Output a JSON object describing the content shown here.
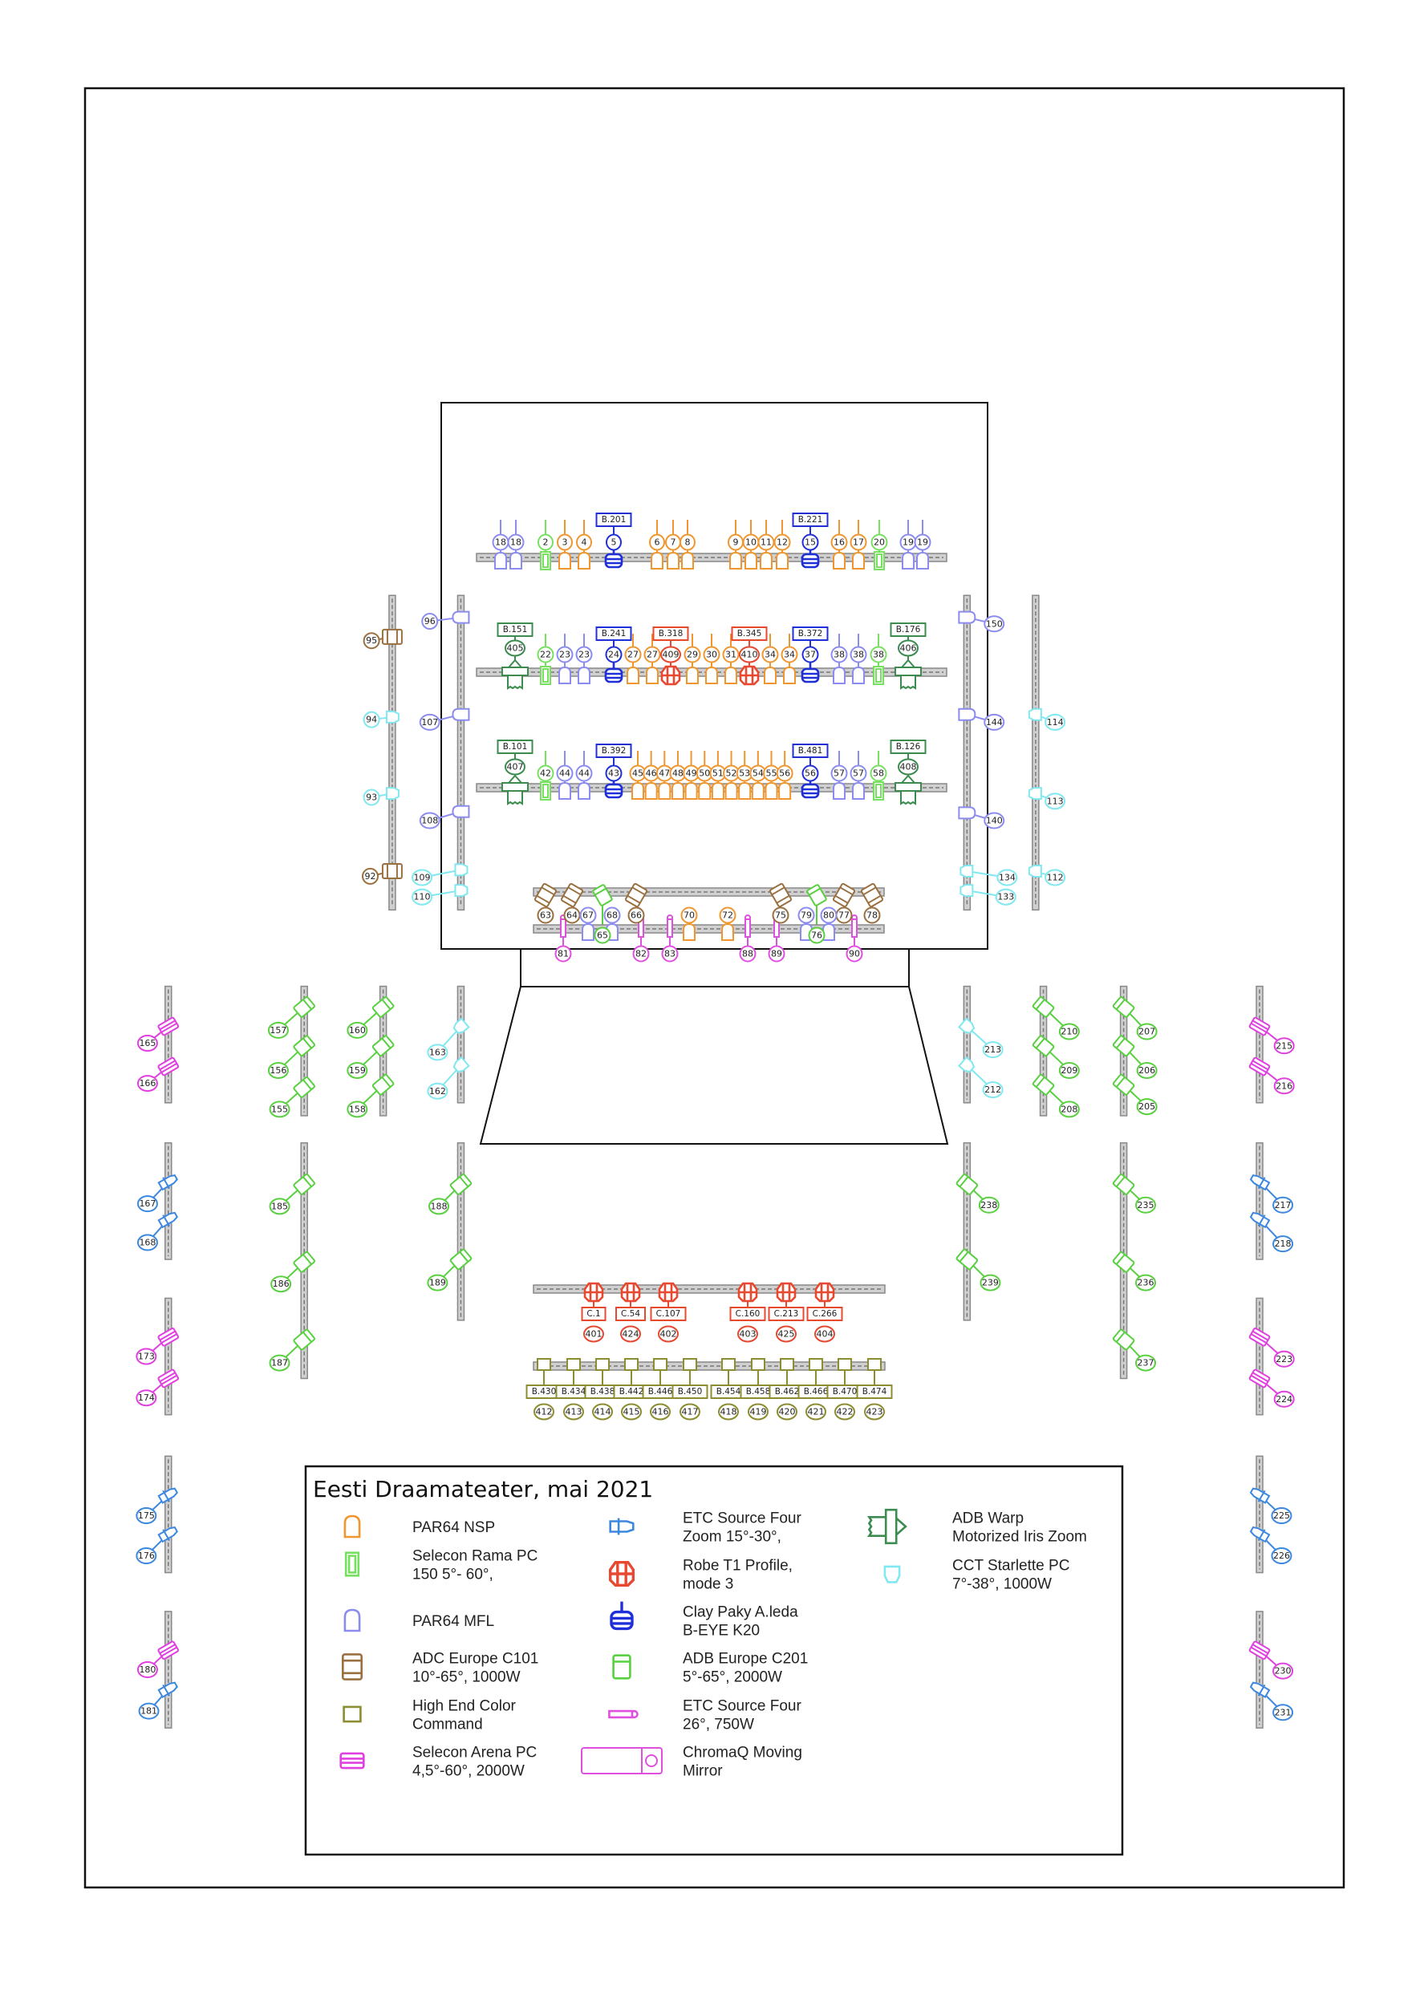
{
  "title": "Eesti Draamateater, mai 2021",
  "colors": {
    "nsp": "#f0962f",
    "mfl": "#8c8cf0",
    "rama": "#78e060",
    "adc": "#9a7040",
    "cc": "#8c8c30",
    "arena": "#e040e0",
    "s4z": "#3c88e0",
    "robe": "#e84830",
    "beye": "#2030d8",
    "c201": "#58d040",
    "s4": "#e050e0",
    "chromaq": "#e050e0",
    "warp": "#3c8c50",
    "starlette": "#80e8f0"
  },
  "legend": [
    {
      "type": "nsp",
      "lines": [
        "PAR64 NSP"
      ]
    },
    {
      "type": "rama",
      "lines": [
        "Selecon Rama PC",
        "150 5°- 60°,"
      ]
    },
    {
      "type": "mfl",
      "lines": [
        "PAR64 MFL"
      ]
    },
    {
      "type": "adc",
      "lines": [
        "ADC Europe C101",
        "10°-65°, 1000W"
      ]
    },
    {
      "type": "cc",
      "lines": [
        "High End Color",
        "Command"
      ]
    },
    {
      "type": "arena",
      "lines": [
        "Selecon Arena PC",
        "4,5°-60°, 2000W"
      ]
    },
    {
      "type": "s4z",
      "lines": [
        "ETC Source Four",
        "Zoom 15°-30°,"
      ]
    },
    {
      "type": "robe",
      "lines": [
        "Robe T1 Profile,",
        "mode 3"
      ]
    },
    {
      "type": "beye",
      "lines": [
        "Clay Paky A.leda",
        "B-EYE K20"
      ]
    },
    {
      "type": "c201",
      "lines": [
        "ADB Europe C201",
        "5°-65°, 2000W"
      ]
    },
    {
      "type": "s4",
      "lines": [
        "ETC Source Four",
        "26°, 750W"
      ]
    },
    {
      "type": "chromaq",
      "lines": [
        "ChromaQ Moving",
        "Mirror"
      ]
    },
    {
      "type": "warp",
      "lines": [
        "ADB Warp",
        "Motorized Iris Zoom"
      ]
    },
    {
      "type": "starlette",
      "lines": [
        "CCT Starlette PC",
        "7°-38°, 1000W"
      ]
    }
  ],
  "pipes": [
    {
      "name": "pipe-1",
      "fixtures": [
        {
          "n": "18",
          "type": "mfl"
        },
        {
          "n": "18",
          "type": "mfl"
        },
        {
          "n": "2",
          "type": "rama"
        },
        {
          "n": "3",
          "type": "nsp"
        },
        {
          "n": "4",
          "type": "nsp"
        },
        {
          "n": "5",
          "type": "beye",
          "tag": "B.201"
        },
        {
          "n": "6",
          "type": "nsp"
        },
        {
          "n": "7",
          "type": "nsp"
        },
        {
          "n": "8",
          "type": "nsp"
        },
        {
          "n": "9",
          "type": "nsp"
        },
        {
          "n": "10",
          "type": "nsp"
        },
        {
          "n": "11",
          "type": "nsp"
        },
        {
          "n": "12",
          "type": "nsp"
        },
        {
          "n": "15",
          "type": "beye",
          "tag": "B.221"
        },
        {
          "n": "16",
          "type": "nsp"
        },
        {
          "n": "17",
          "type": "nsp"
        },
        {
          "n": "20",
          "type": "rama"
        },
        {
          "n": "19",
          "type": "mfl"
        },
        {
          "n": "19",
          "type": "mfl"
        }
      ]
    },
    {
      "name": "pipe-2",
      "fixtures": [
        {
          "n": "405",
          "type": "warp",
          "tag": "B.151"
        },
        {
          "n": "22",
          "type": "rama"
        },
        {
          "n": "23",
          "type": "mfl"
        },
        {
          "n": "23",
          "type": "mfl"
        },
        {
          "n": "24",
          "type": "beye",
          "tag": "B.241"
        },
        {
          "n": "27",
          "type": "nsp"
        },
        {
          "n": "27",
          "type": "nsp"
        },
        {
          "n": "409",
          "type": "robe",
          "tag": "B.318"
        },
        {
          "n": "29",
          "type": "nsp"
        },
        {
          "n": "30",
          "type": "nsp"
        },
        {
          "n": "31",
          "type": "nsp"
        },
        {
          "n": "410",
          "type": "robe",
          "tag": "B.345"
        },
        {
          "n": "34",
          "type": "nsp"
        },
        {
          "n": "34",
          "type": "nsp"
        },
        {
          "n": "37",
          "type": "beye",
          "tag": "B.372"
        },
        {
          "n": "38",
          "type": "mfl"
        },
        {
          "n": "38",
          "type": "mfl"
        },
        {
          "n": "38",
          "type": "rama"
        },
        {
          "n": "406",
          "type": "warp",
          "tag": "B.176"
        }
      ]
    },
    {
      "name": "pipe-3",
      "fixtures": [
        {
          "n": "407",
          "type": "warp",
          "tag": "B.101"
        },
        {
          "n": "42",
          "type": "rama"
        },
        {
          "n": "44",
          "type": "mfl"
        },
        {
          "n": "44",
          "type": "mfl"
        },
        {
          "n": "43",
          "type": "beye",
          "tag": "B.392"
        },
        {
          "n": "45",
          "type": "nsp"
        },
        {
          "n": "46",
          "type": "nsp"
        },
        {
          "n": "47",
          "type": "nsp"
        },
        {
          "n": "48",
          "type": "nsp"
        },
        {
          "n": "49",
          "type": "nsp"
        },
        {
          "n": "50",
          "type": "nsp"
        },
        {
          "n": "51",
          "type": "nsp"
        },
        {
          "n": "52",
          "type": "nsp"
        },
        {
          "n": "53",
          "type": "nsp"
        },
        {
          "n": "54",
          "type": "nsp"
        },
        {
          "n": "55",
          "type": "nsp"
        },
        {
          "n": "56",
          "type": "nsp"
        },
        {
          "n": "56",
          "type": "beye",
          "tag": "B.481"
        },
        {
          "n": "57",
          "type": "mfl"
        },
        {
          "n": "57",
          "type": "mfl"
        },
        {
          "n": "58",
          "type": "rama"
        },
        {
          "n": "408",
          "type": "warp",
          "tag": "B.126"
        }
      ]
    },
    {
      "name": "front-pipe-upper",
      "fixtures": [
        {
          "n": "63",
          "type": "adc"
        },
        {
          "n": "64",
          "type": "adc"
        },
        {
          "n": "65",
          "type": "c201"
        },
        {
          "n": "66",
          "type": "adc"
        },
        {
          "n": "75",
          "type": "adc"
        },
        {
          "n": "76",
          "type": "c201"
        },
        {
          "n": "77",
          "type": "adc"
        },
        {
          "n": "78",
          "type": "adc"
        }
      ]
    },
    {
      "name": "front-pipe-lower",
      "fixtures": [
        {
          "n": "81",
          "type": "s4"
        },
        {
          "n": "67",
          "type": "mfl"
        },
        {
          "n": "68",
          "type": "mfl"
        },
        {
          "n": "82",
          "type": "s4"
        },
        {
          "n": "83",
          "type": "s4"
        },
        {
          "n": "70",
          "type": "nsp"
        },
        {
          "n": "72",
          "type": "nsp"
        },
        {
          "n": "88",
          "type": "s4"
        },
        {
          "n": "89",
          "type": "s4"
        },
        {
          "n": "79",
          "type": "mfl"
        },
        {
          "n": "80",
          "type": "mfl"
        },
        {
          "n": "90",
          "type": "s4"
        }
      ]
    },
    {
      "name": "robe-pipe",
      "fixtures": [
        {
          "n": "401",
          "type": "robe",
          "tag": "C.1"
        },
        {
          "n": "424",
          "type": "robe",
          "tag": "C.54"
        },
        {
          "n": "402",
          "type": "robe",
          "tag": "C.107"
        },
        {
          "n": "403",
          "type": "robe",
          "tag": "C.160"
        },
        {
          "n": "425",
          "type": "robe",
          "tag": "C.213"
        },
        {
          "n": "404",
          "type": "robe",
          "tag": "C.266"
        }
      ]
    },
    {
      "name": "color-command-pipe",
      "fixtures": [
        {
          "n": "412",
          "type": "cc",
          "tag": "B.430"
        },
        {
          "n": "413",
          "type": "cc",
          "tag": "B.434"
        },
        {
          "n": "414",
          "type": "cc",
          "tag": "B.438"
        },
        {
          "n": "415",
          "type": "cc",
          "tag": "B.442"
        },
        {
          "n": "416",
          "type": "cc",
          "tag": "B.446"
        },
        {
          "n": "417",
          "type": "cc",
          "tag": "B.450"
        },
        {
          "n": "418",
          "type": "cc",
          "tag": "B.454"
        },
        {
          "n": "419",
          "type": "cc",
          "tag": "B.458"
        },
        {
          "n": "420",
          "type": "cc",
          "tag": "B.462"
        },
        {
          "n": "421",
          "type": "cc",
          "tag": "B.466"
        },
        {
          "n": "422",
          "type": "cc",
          "tag": "B.470"
        },
        {
          "n": "423",
          "type": "cc",
          "tag": "B.474"
        }
      ]
    }
  ],
  "booms": [
    {
      "name": "stage-left-outer-boom",
      "fixtures": [
        {
          "n": "95",
          "type": "adc"
        },
        {
          "n": "94",
          "type": "starlette"
        },
        {
          "n": "93",
          "type": "starlette"
        },
        {
          "n": "92",
          "type": "adc"
        }
      ]
    },
    {
      "name": "stage-left-inner-boom",
      "fixtures": [
        {
          "n": "96",
          "type": "mfl"
        },
        {
          "n": "107",
          "type": "mfl"
        },
        {
          "n": "108",
          "type": "mfl"
        },
        {
          "n": "109",
          "type": "starlette"
        },
        {
          "n": "110",
          "type": "starlette"
        }
      ]
    },
    {
      "name": "stage-right-inner-boom",
      "fixtures": [
        {
          "n": "150",
          "type": "mfl"
        },
        {
          "n": "144",
          "type": "mfl"
        },
        {
          "n": "140",
          "type": "mfl"
        },
        {
          "n": "134",
          "type": "starlette"
        },
        {
          "n": "133",
          "type": "starlette"
        }
      ]
    },
    {
      "name": "stage-right-outer-boom",
      "fixtures": [
        {
          "n": "114",
          "type": "starlette"
        },
        {
          "n": "113",
          "type": "starlette"
        },
        {
          "n": "112",
          "type": "starlette"
        }
      ]
    },
    {
      "name": "house-left-boom-1",
      "fixtures": [
        {
          "n": "165",
          "type": "arena"
        },
        {
          "n": "166",
          "type": "arena"
        }
      ]
    },
    {
      "name": "house-left-boom-2",
      "fixtures": [
        {
          "n": "167",
          "type": "s4z"
        },
        {
          "n": "168",
          "type": "s4z"
        }
      ]
    },
    {
      "name": "house-left-boom-3",
      "fixtures": [
        {
          "n": "173",
          "type": "arena"
        },
        {
          "n": "174",
          "type": "arena"
        }
      ]
    },
    {
      "name": "house-left-boom-4",
      "fixtures": [
        {
          "n": "175",
          "type": "s4z"
        },
        {
          "n": "176",
          "type": "s4z"
        }
      ]
    },
    {
      "name": "house-left-boom-5",
      "fixtures": [
        {
          "n": "180",
          "type": "arena"
        },
        {
          "n": "181",
          "type": "s4z"
        }
      ]
    },
    {
      "name": "house-left-boom-6",
      "fixtures": [
        {
          "n": "157",
          "type": "c201"
        },
        {
          "n": "156",
          "type": "c201"
        },
        {
          "n": "155",
          "type": "c201"
        }
      ]
    },
    {
      "name": "house-left-boom-7",
      "fixtures": [
        {
          "n": "185",
          "type": "c201"
        },
        {
          "n": "186",
          "type": "c201"
        },
        {
          "n": "187",
          "type": "c201"
        }
      ]
    },
    {
      "name": "house-left-boom-8",
      "fixtures": [
        {
          "n": "160",
          "type": "c201"
        },
        {
          "n": "159",
          "type": "c201"
        },
        {
          "n": "158",
          "type": "c201"
        }
      ]
    },
    {
      "name": "house-left-boom-9",
      "fixtures": [
        {
          "n": "163",
          "type": "starlette"
        },
        {
          "n": "162",
          "type": "starlette"
        }
      ]
    },
    {
      "name": "house-left-boom-10",
      "fixtures": [
        {
          "n": "188",
          "type": "c201"
        },
        {
          "n": "189",
          "type": "c201"
        }
      ]
    },
    {
      "name": "house-right-boom-1",
      "fixtures": [
        {
          "n": "213",
          "type": "starlette"
        },
        {
          "n": "212",
          "type": "starlette"
        }
      ]
    },
    {
      "name": "house-right-boom-2",
      "fixtures": [
        {
          "n": "238",
          "type": "c201"
        },
        {
          "n": "239",
          "type": "c201"
        }
      ]
    },
    {
      "name": "house-right-boom-3",
      "fixtures": [
        {
          "n": "210",
          "type": "c201"
        },
        {
          "n": "209",
          "type": "c201"
        },
        {
          "n": "208",
          "type": "c201"
        }
      ]
    },
    {
      "name": "house-right-boom-4",
      "fixtures": [
        {
          "n": "207",
          "type": "c201"
        },
        {
          "n": "206",
          "type": "c201"
        },
        {
          "n": "205",
          "type": "c201"
        }
      ]
    },
    {
      "name": "house-right-boom-5",
      "fixtures": [
        {
          "n": "235",
          "type": "c201"
        },
        {
          "n": "236",
          "type": "c201"
        },
        {
          "n": "237",
          "type": "c201"
        }
      ]
    },
    {
      "name": "house-right-boom-6",
      "fixtures": [
        {
          "n": "215",
          "type": "arena"
        },
        {
          "n": "216",
          "type": "arena"
        }
      ]
    },
    {
      "name": "house-right-boom-7",
      "fixtures": [
        {
          "n": "217",
          "type": "s4z"
        },
        {
          "n": "218",
          "type": "s4z"
        }
      ]
    },
    {
      "name": "house-right-boom-8",
      "fixtures": [
        {
          "n": "223",
          "type": "arena"
        },
        {
          "n": "224",
          "type": "arena"
        }
      ]
    },
    {
      "name": "house-right-boom-9",
      "fixtures": [
        {
          "n": "225",
          "type": "s4z"
        },
        {
          "n": "226",
          "type": "s4z"
        }
      ]
    },
    {
      "name": "house-right-boom-10",
      "fixtures": [
        {
          "n": "230",
          "type": "arena"
        },
        {
          "n": "231",
          "type": "s4z"
        }
      ]
    }
  ]
}
